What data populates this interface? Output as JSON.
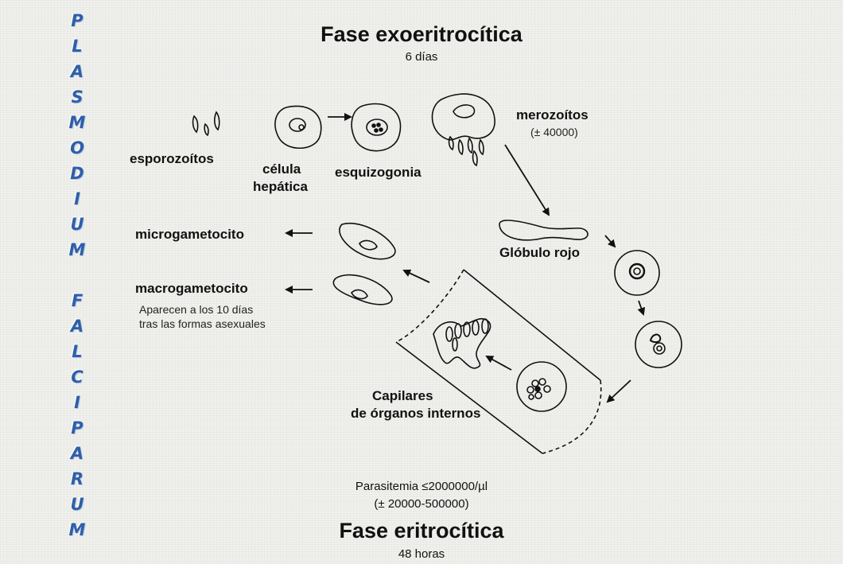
{
  "side_title": {
    "letters": [
      "P",
      "L",
      "A",
      "S",
      "M",
      "O",
      "D",
      "I",
      "U",
      "M",
      "F",
      "A",
      "L",
      "C",
      "I",
      "P",
      "A",
      "R",
      "U",
      "M"
    ]
  },
  "exo": {
    "title": "Fase exoeritrocítica",
    "duration": "6 días"
  },
  "labels": {
    "esporozoitos": "esporozoítos",
    "celula_line1": "célula",
    "celula_line2": "hepática",
    "esquizogonia": "esquizogonia",
    "merozoitos": "merozoítos",
    "merozoitos_count": "(± 40000)",
    "microgametocito": "microgametocito",
    "macrogametocito": "macrogametocito",
    "aparecen_line1": "Aparecen a los 10 días",
    "aparecen_line2": "tras las formas asexuales",
    "globulo_rojo": "Glóbulo rojo",
    "capilares_line1": "Capilares",
    "capilares_line2": "de órganos internos"
  },
  "eri": {
    "parasitemia": "Parasitemia ≤2000000/µl",
    "range": "(± 20000-500000)",
    "title": "Fase eritrocítica",
    "duration": "48 horas"
  },
  "colors": {
    "side_title": "#2f5fa6",
    "ink": "#111111",
    "paper": "#f0f0ed"
  }
}
